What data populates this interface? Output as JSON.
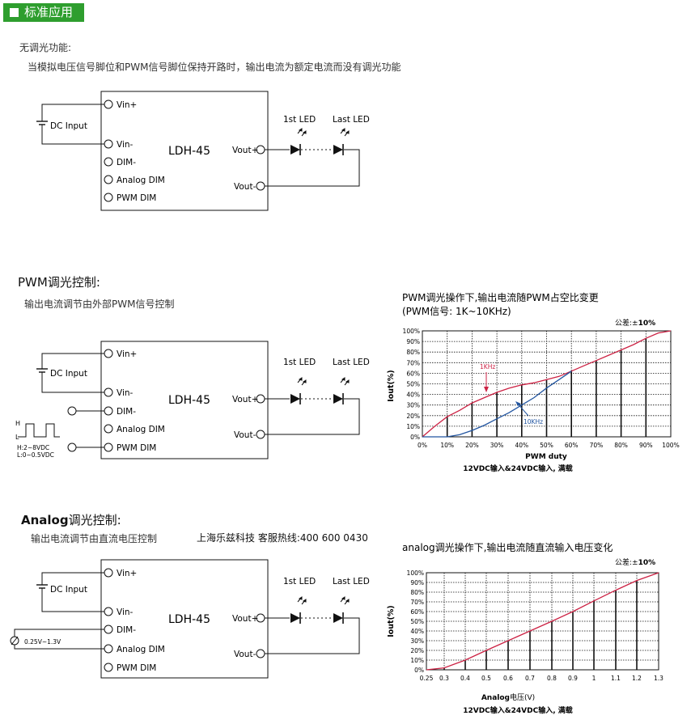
{
  "header": {
    "title": "标准应用"
  },
  "section1": {
    "heading": "无调光功能:",
    "description": "当模拟电压信号脚位和PWM信号脚位保持开路时，输出电流为额定电流而没有调光功能"
  },
  "section2": {
    "heading": "PWM调光控制:",
    "description": "输出电流调节由外部PWM信号控制",
    "signal_h": "H",
    "signal_l": "L",
    "signal_range_h": "H:2~8VDC",
    "signal_range_l": "L:0~0.5VDC"
  },
  "section3": {
    "heading_bold": "Analog",
    "heading_rest": "调光控制:",
    "description": "输出电流调节由直流电压控制",
    "contact": "上海乐兹科技 客服热线:400 600 0430",
    "source_range": "0.25V~1.3V"
  },
  "circuit": {
    "module": "LDH-45",
    "dc_input": "DC Input",
    "vin_plus": "Vin+",
    "vin_minus": "Vin-",
    "dim_minus": "DIM-",
    "analog_dim": "Analog DIM",
    "pwm_dim": "PWM DIM",
    "vout_plus": "Vout+",
    "vout_minus": "Vout-",
    "first_led": "1st LED",
    "last_led": "Last LED"
  },
  "chart_data": [
    {
      "type": "line",
      "title": "PWM调光操作下,输出电流随PWM占空比变更",
      "subtitle": "(PWM信号: 1K~10KHz)",
      "tolerance_prefix": "公差:±",
      "tolerance_value": "10%",
      "ylabel": "Iout(%)",
      "xlabel": "PWM duty",
      "footer": "12VDC输入&24VDC输入, 满载",
      "xlim": [
        0,
        100
      ],
      "ylim": [
        0,
        100
      ],
      "x_ticks": [
        "0%",
        "10%",
        "20%",
        "30%",
        "40%",
        "50%",
        "60%",
        "70%",
        "80%",
        "90%",
        "100%"
      ],
      "y_ticks": [
        "0%",
        "10%",
        "20%",
        "30%",
        "40%",
        "50%",
        "60%",
        "70%",
        "80%",
        "90%",
        "100%"
      ],
      "series": [
        {
          "name": "1KHz",
          "color": "#cc2244",
          "x": [
            0,
            5,
            10,
            15,
            20,
            25,
            30,
            35,
            40,
            45,
            50,
            55,
            60,
            65,
            70,
            75,
            80,
            85,
            90,
            95,
            100
          ],
          "y": [
            0,
            10,
            19,
            25,
            32,
            37,
            42,
            46,
            49,
            51,
            54,
            57,
            62,
            67,
            72,
            77,
            82,
            87,
            93,
            98,
            100
          ]
        },
        {
          "name": "10KHz",
          "color": "#2255a0",
          "x": [
            0,
            10,
            15,
            20,
            25,
            30,
            35,
            40,
            45,
            50,
            55,
            60
          ],
          "y": [
            0,
            0,
            2,
            6,
            11,
            17,
            23,
            30,
            37,
            46,
            54,
            62
          ]
        }
      ]
    },
    {
      "type": "line",
      "title": "analog调光操作下,输出电流随直流输入电压变化",
      "tolerance_prefix": "公差:±",
      "tolerance_value": "10%",
      "ylabel": "Iout(%)",
      "xlabel_bold": "Analog",
      "xlabel_rest": "电压(V)",
      "footer": "12VDC输入&24VDC输入, 满载",
      "xlim": [
        0.25,
        1.3
      ],
      "ylim": [
        0,
        100
      ],
      "x_ticks": [
        "0.25",
        "0.3",
        "0.4",
        "0.5",
        "0.6",
        "0.7",
        "0.8",
        "0.9",
        "1",
        "1.1",
        "1.2",
        "1.3"
      ],
      "y_ticks": [
        "0%",
        "10%",
        "20%",
        "30%",
        "40%",
        "50%",
        "60%",
        "70%",
        "80%",
        "90%",
        "100%"
      ],
      "series": [
        {
          "color": "#cc2244",
          "x": [
            0.25,
            0.3,
            0.4,
            0.5,
            0.6,
            0.7,
            0.8,
            0.9,
            1.0,
            1.1,
            1.2,
            1.3
          ],
          "y": [
            0,
            2,
            10,
            20,
            30,
            40,
            50,
            60,
            71,
            82,
            92,
            100
          ]
        }
      ]
    }
  ]
}
